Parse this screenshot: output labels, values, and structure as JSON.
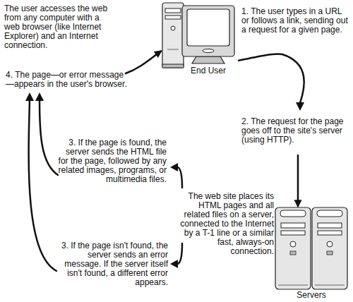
{
  "diagram": {
    "nodes": [
      {
        "text": [
          "End User"
        ]
      },
      {
        "text": [
          "Servers"
        ]
      }
    ],
    "edges": [
      {
        "from": 0,
        "to": 1,
        "arrow": "to"
      },
      {
        "from": 1,
        "to": 0,
        "arrow": "to"
      }
    ],
    "labels": [
      "The user accesses the web from any computer with a web browser (like Internet Explorer) and an Internet connection.",
      "1. The user types in a URL or follows a link, sending out a request for a given page.",
      "4. The page—or error message—appears in the user's browser.",
      "2. The request for the page goes off to the site's server (using HTTP).",
      "3. If the page is found, the server sends the HTML file for the page, followed by any related images, programs, or multimedia files.",
      "The web site places its HTML pages and all related files on a server, connected to the Internet by a T-1 line or a similar fast, always-on connection.",
      "3. If the page isn't found, the server sends an error message. If the server itself isn't found, a different error appears."
    ]
  }
}
